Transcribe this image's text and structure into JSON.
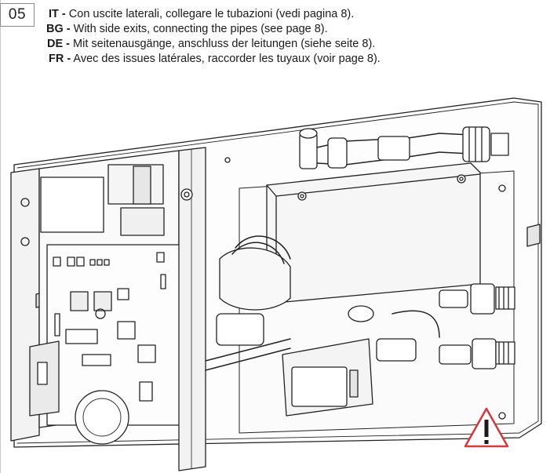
{
  "step": {
    "number": "05"
  },
  "instructions": [
    {
      "code": "IT -",
      "text": "Con uscite laterali, collegare le tubazioni (vedi pagina 8)."
    },
    {
      "code": "BG -",
      "text": "With side exits, connecting the pipes (see page 8)."
    },
    {
      "code": "DE -",
      "text": "Mit seitenausgänge, anschluss der leitungen (siehe seite 8)."
    },
    {
      "code": "FR -",
      "text": "Avec des issues latérales, raccorder les tuyaux (voir page 8)."
    }
  ],
  "warning": {
    "icon": "warning-triangle-icon",
    "color": "#d9383a"
  }
}
